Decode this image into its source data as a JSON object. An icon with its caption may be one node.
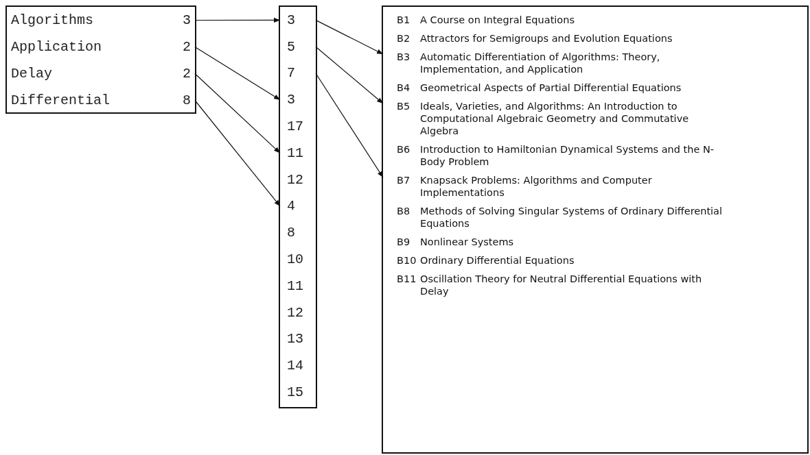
{
  "diagram": {
    "nodes": [
      {
        "text": [],
        "shape": "box"
      },
      {
        "text": [
          "Algorithms",
          "3"
        ],
        "in": 0
      },
      {
        "text": [
          "Application",
          "2"
        ],
        "in": 0
      },
      {
        "text": [
          "Delay",
          "2"
        ],
        "in": 0
      },
      {
        "text": [
          "Differential",
          "8"
        ],
        "in": 0
      },
      {
        "text": [],
        "shape": "box"
      },
      {
        "text": [
          "3"
        ],
        "in": 5
      },
      {
        "text": [
          "5"
        ],
        "in": 5
      },
      {
        "text": [
          "7"
        ],
        "in": 5
      },
      {
        "text": [
          "3"
        ],
        "in": 5
      },
      {
        "text": [
          "17"
        ],
        "in": 5
      },
      {
        "text": [
          "11"
        ],
        "in": 5
      },
      {
        "text": [
          "12"
        ],
        "in": 5
      },
      {
        "text": [
          "4"
        ],
        "in": 5
      },
      {
        "text": [
          "8"
        ],
        "in": 5
      },
      {
        "text": [
          "10"
        ],
        "in": 5
      },
      {
        "text": [
          "11"
        ],
        "in": 5
      },
      {
        "text": [
          "12"
        ],
        "in": 5
      },
      {
        "text": [
          "13"
        ],
        "in": 5
      },
      {
        "text": [
          "14"
        ],
        "in": 5
      },
      {
        "text": [
          "15"
        ],
        "in": 5
      },
      {
        "text": [],
        "shape": "box"
      },
      {
        "text": [
          "B1",
          "A Course on Integral Equations"
        ],
        "in": 21
      },
      {
        "text": [
          "B2",
          "Attractors for Semigroups and Evolution Equations"
        ],
        "in": 21
      },
      {
        "text": [
          "B3",
          "Automatic Differentiation of Algorithms: Theory, Implementation, and Application"
        ],
        "in": 21
      },
      {
        "text": [
          "B4",
          "Geometrical Aspects of Partial Differential Equations"
        ],
        "in": 21
      },
      {
        "text": [
          "B5",
          "Ideals, Varieties, and Algorithms: An Introduction to Computational Algebraic Geometry and Commutative Algebra"
        ],
        "in": 21
      },
      {
        "text": [
          "B6",
          "Introduction to Hamiltonian Dynamical Systems and the N-Body Problem"
        ],
        "in": 21
      },
      {
        "text": [
          "B7",
          "Knapsack Problems: Algorithms and Computer Implementations"
        ],
        "in": 21
      },
      {
        "text": [
          "B8",
          "Methods of Solving Singular Systems of Ordinary Differential Equations"
        ],
        "in": 21
      },
      {
        "text": [
          "B9",
          "Nonlinear Systems"
        ],
        "in": 21
      },
      {
        "text": [
          "B10",
          "Ordinary Differential Equations"
        ],
        "in": 21
      },
      {
        "text": [
          "B11",
          "Oscillation Theory for Neutral Differential Equations with Delay"
        ],
        "in": 21
      }
    ],
    "edges": [
      {
        "from": 1,
        "to": 6,
        "arrow": "to"
      },
      {
        "from": 2,
        "to": 9,
        "arrow": "to"
      },
      {
        "from": 3,
        "to": 11,
        "arrow": "to"
      },
      {
        "from": 4,
        "to": 13,
        "arrow": "to"
      },
      {
        "from": 6,
        "to": 24,
        "arrow": "to"
      },
      {
        "from": 7,
        "to": 26,
        "arrow": "to"
      },
      {
        "from": 8,
        "to": 28,
        "arrow": "to"
      }
    ]
  }
}
